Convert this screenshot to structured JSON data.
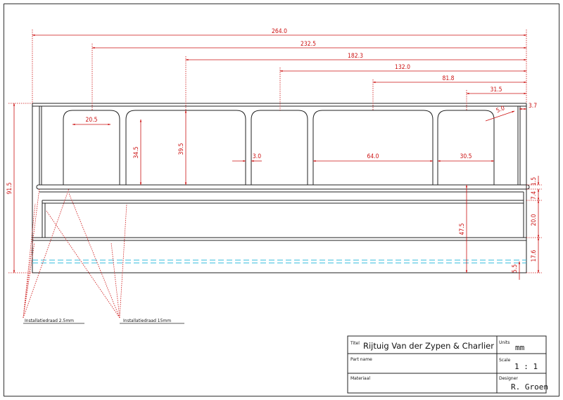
{
  "drawing": {
    "dimensions": {
      "overall_length": "264.0",
      "d232": "232.5",
      "d182": "182.3",
      "d132": "132.0",
      "d81": "81.8",
      "d31": "31.5",
      "end_gap": "3.7",
      "radius": "5.0",
      "window_width_small": "20.5",
      "window_height": "34.5",
      "window_full_height": "39.5",
      "pillar_width": "3.0",
      "window_width_large": "64.0",
      "window_width_end": "30.5",
      "overall_height": "91.5",
      "rail_1": "1.5",
      "rail_2": "7.4",
      "panel_height": "20.0",
      "lower_height": "47.5",
      "base_height": "17.6",
      "base_offset": "5.5"
    },
    "annotations": {
      "wire_small": "Installatiedraad 2.5mm",
      "wire_large": "Installatiedraad 15mm"
    }
  },
  "title_block": {
    "title_label": "Titel",
    "title_value": "Rijtuig Van der Zypen & Charlier",
    "units_label": "Units",
    "units_value": "mm",
    "part_label": "Part name",
    "part_value": "",
    "scale_label": "Scale",
    "scale_value": "1 : 1",
    "material_label": "Materiaal",
    "material_value": "",
    "designer_label": "Designer",
    "designer_value": "R. Groen"
  },
  "colors": {
    "dimension": "#cc1111",
    "outline": "#222222",
    "centerline": "#33bbdd"
  }
}
